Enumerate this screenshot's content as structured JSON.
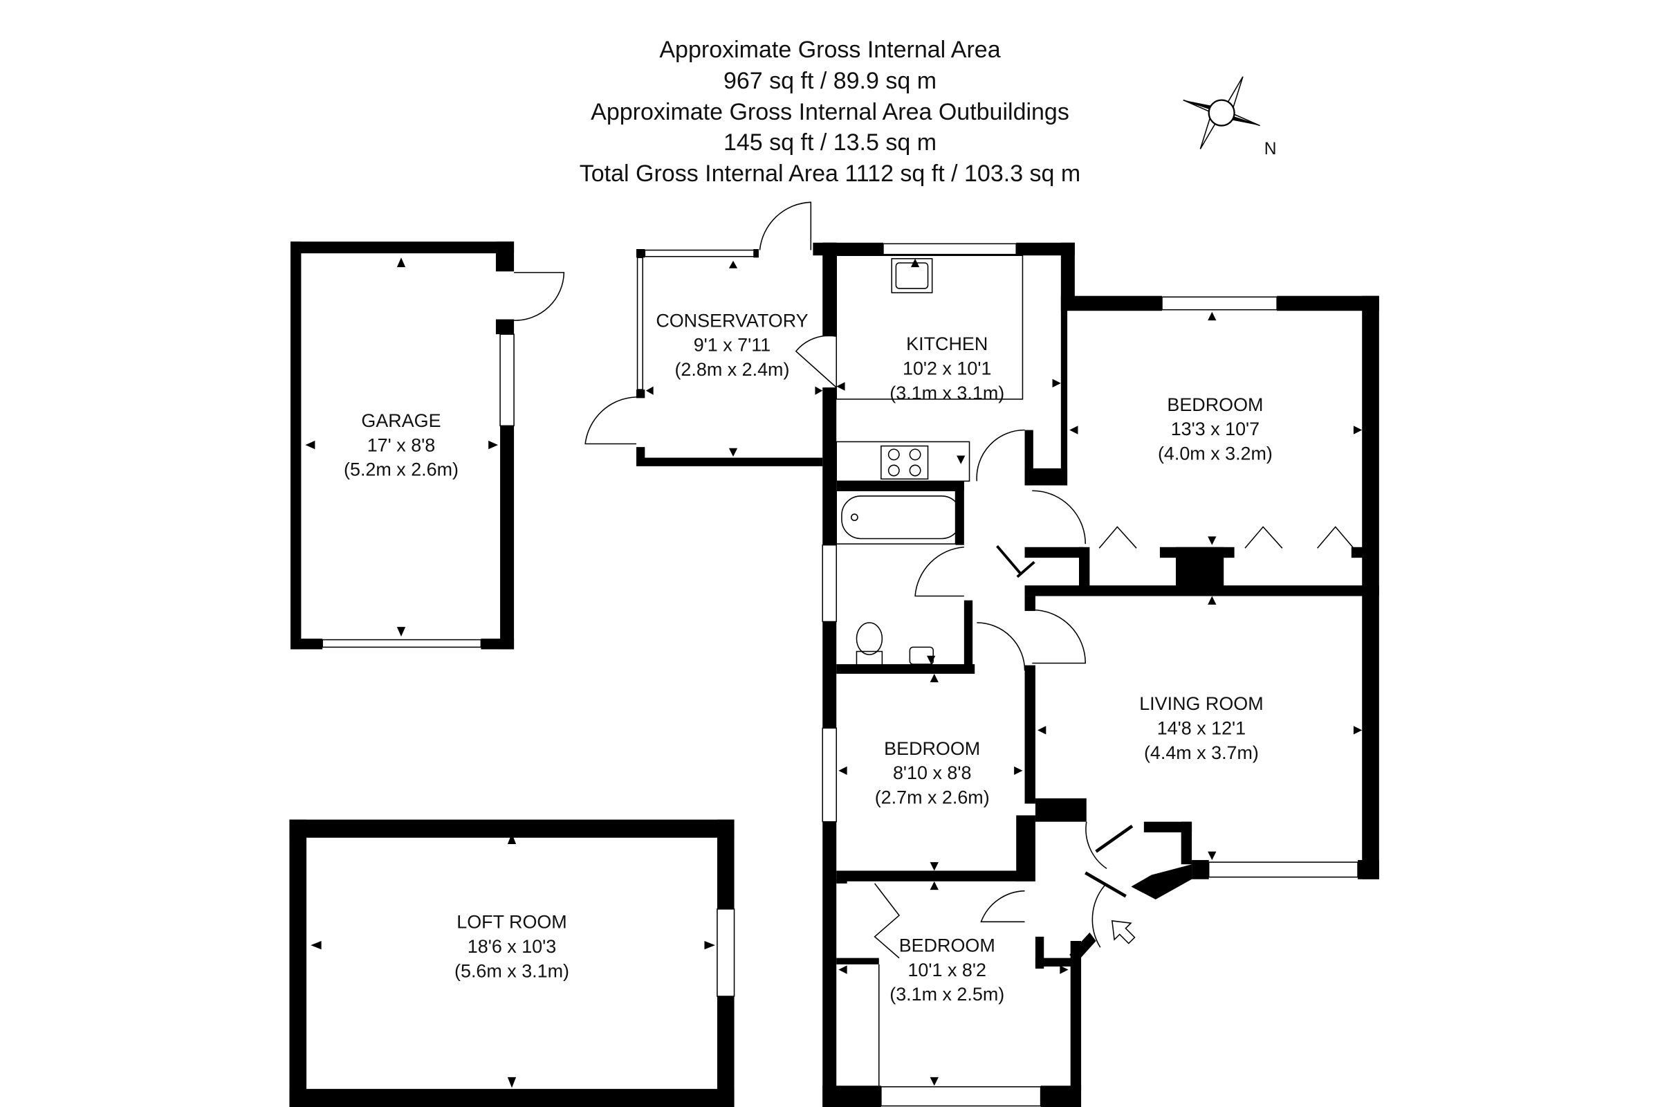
{
  "header": {
    "line1": "Approximate Gross Internal Area",
    "line2": "967 sq ft / 89.9 sq m",
    "line3": "Approximate Gross Internal Area Outbuildings",
    "line4": "145 sq ft / 13.5 sq m",
    "line5": "Total Gross Internal Area 1112 sq ft / 103.3 sq m"
  },
  "compass": {
    "label": "N",
    "icon": "compass-rose-icon"
  },
  "rooms": {
    "garage": {
      "name": "GARAGE",
      "imperial": "17' x 8'8",
      "metric": "(5.2m x 2.6m)"
    },
    "conservatory": {
      "name": "CONSERVATORY",
      "imperial": "9'1 x 7'11",
      "metric": "(2.8m x 2.4m)"
    },
    "kitchen": {
      "name": "KITCHEN",
      "imperial": "10'2 x 10'1",
      "metric": "(3.1m x 3.1m)"
    },
    "bedroom1": {
      "name": "BEDROOM",
      "imperial": "13'3 x 10'7",
      "metric": "(4.0m x 3.2m)"
    },
    "living": {
      "name": "LIVING ROOM",
      "imperial": "14'8 x 12'1",
      "metric": "(4.4m x 3.7m)"
    },
    "bedroom2": {
      "name": "BEDROOM",
      "imperial": "8'10 x 8'8",
      "metric": "(2.7m x 2.6m)"
    },
    "bedroom3": {
      "name": "BEDROOM",
      "imperial": "10'1 x 8'2",
      "metric": "(3.1m x 2.5m)"
    },
    "loft": {
      "name": "LOFT ROOM",
      "imperial": "18'6 x 10'3",
      "metric": "(5.6m x 3.1m)"
    }
  },
  "entrance": {
    "icon": "entrance-arrow-icon"
  }
}
